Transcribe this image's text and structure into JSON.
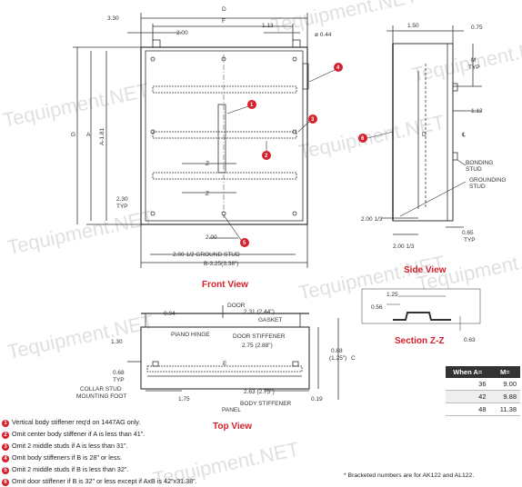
{
  "watermark": "Tequipment.NET",
  "views": {
    "front_title": "Front View",
    "side_title": "Side View",
    "section_title": "Section Z-Z",
    "top_title": "Top View"
  },
  "front_dims": {
    "d": "D",
    "f": "F",
    "d330": "3.30",
    "d200": "2.00",
    "d113": "1.13",
    "d044": "ø 0.44",
    "g": "G",
    "a": "A",
    "a181": "A-1.81",
    "d230": "2.30",
    "typ": "TYP",
    "z": "Z",
    "d200b": "2.00",
    "ground": "2.00 1/2 GROUND STUD",
    "b": "B-3.25(3.38\")"
  },
  "side_dims": {
    "d150": "1.50",
    "d075": "0.75",
    "m": "M",
    "typ": "TYP",
    "d112": "1.12",
    "dd": "D",
    "cl": "℄",
    "bonding": "BONDING",
    "stud": "STUD",
    "grounding": "GROUNDING",
    "stud2": "STUD",
    "d200": "2.00 1/3",
    "d200b": "2.00 1/3",
    "d065": "0.65",
    "typ2": "TYP"
  },
  "section_dims": {
    "d125": "1.25",
    "d056": "0.56",
    "d063": "0.63"
  },
  "top_dims": {
    "door": "DOOR",
    "d094": "0.94",
    "d231": "2.31 (2.44\")",
    "gasket": "GASKET",
    "hinge": "PIANO HINGE",
    "stiff": "DOOR STIFFENER",
    "d275": "2.75 (2.88\")",
    "d130": "1.30",
    "d088": "0.88",
    "d125": "(1.25\")",
    "c": "C",
    "d068": "0.68",
    "typ": "TYP",
    "e": "E",
    "collar": "COLLAR STUD",
    "foot": "MOUNTING FOOT",
    "d175": "1.75",
    "d263": "2.63 (2.75\")",
    "d019": "0.19",
    "panel": "PANEL",
    "body": "BODY STIFFENER"
  },
  "notes": [
    {
      "num": "1",
      "text": "Vertical body stiffener req'd on 1447AG only."
    },
    {
      "num": "2",
      "text": "Omit center body stiffener if A is less than 41\"."
    },
    {
      "num": "3",
      "text": "Omit 2 middle studs if A is less than 31\"."
    },
    {
      "num": "4",
      "text": "Omit body stiffeners if B is 28\" or less."
    },
    {
      "num": "5",
      "text": "Omit 2 middle studs if B is less than 32\"."
    },
    {
      "num": "6",
      "text": "Omit door stiffener if B is 32\" or less except if AxB is 42\"x31.38\"."
    }
  ],
  "table": {
    "headers": [
      "When A=",
      "M="
    ],
    "rows": [
      [
        "36",
        "9.00"
      ],
      [
        "42",
        "9.88"
      ],
      [
        "48",
        "11.38"
      ]
    ]
  },
  "footnote": "* Bracketed numbers are for AK122 and AL122.",
  "colors": {
    "accent": "#d4202c"
  }
}
